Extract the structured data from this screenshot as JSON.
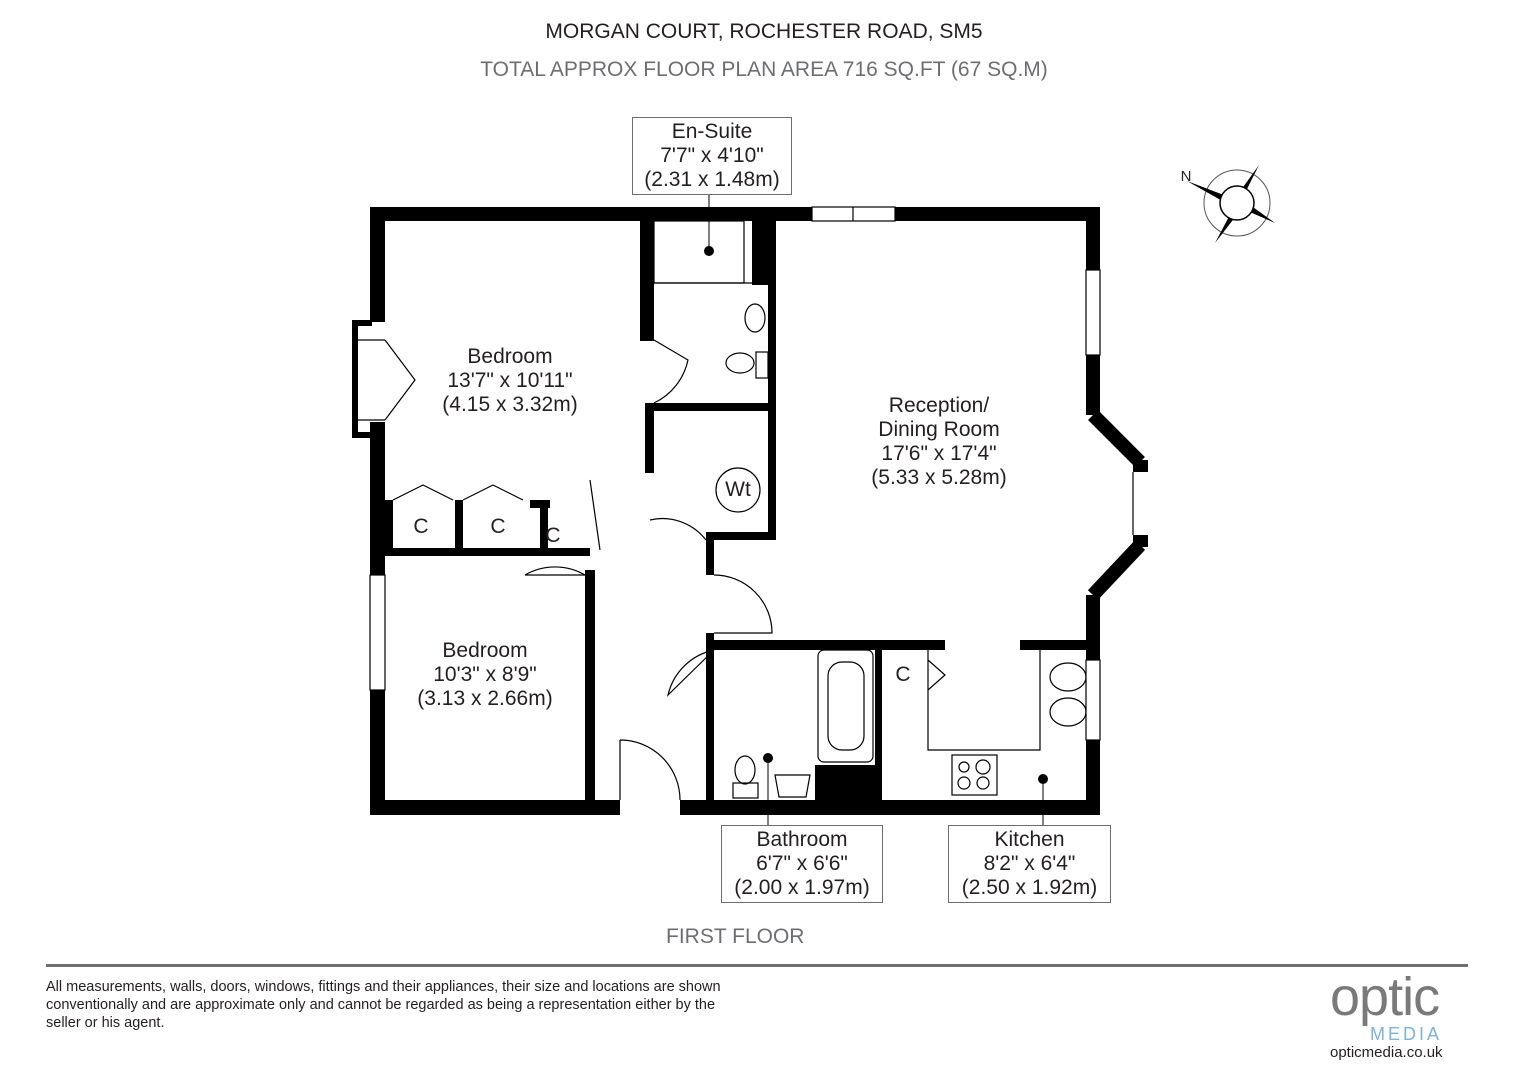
{
  "header": {
    "title": "MORGAN COURT, ROCHESTER ROAD, SM5",
    "subtitle": "TOTAL APPROX FLOOR PLAN AREA 716 SQ.FT (67 SQ.M)"
  },
  "rooms": {
    "ensuite": {
      "name": "En-Suite",
      "imperial": "7'7\" x 4'10\"",
      "metric": "(2.31 x 1.48m)"
    },
    "bedroom1": {
      "name": "Bedroom",
      "imperial": "13'7\" x 10'11\"",
      "metric": "(4.15 x 3.32m)"
    },
    "bedroom2": {
      "name": "Bedroom",
      "imperial": "10'3\" x 8'9\"",
      "metric": "(3.13 x 2.66m)"
    },
    "reception": {
      "name1": "Reception/",
      "name2": "Dining Room",
      "imperial": "17'6\" x 17'4\"",
      "metric": "(5.33 x 5.28m)"
    },
    "bathroom": {
      "name": "Bathroom",
      "imperial": "6'7\" x 6'6\"",
      "metric": "(2.00 x 1.97m)"
    },
    "kitchen": {
      "name": "Kitchen",
      "imperial": "8'2\" x 6'4\"",
      "metric": "(2.50 x 1.92m)"
    }
  },
  "fixtures": {
    "cupboard": "C",
    "water_tank": "Wt"
  },
  "compass": {
    "label": "N",
    "icon": "compass-rose-icon"
  },
  "floor_label": "FIRST FLOOR",
  "disclaimer": "All measurements, walls, doors, windows, fittings and their appliances, their size and locations are shown conventionally and are approximate only and cannot be regarded as being a representation either by the seller or his agent.",
  "logo": {
    "word": "optic",
    "sub": "MEDIA",
    "url": "opticmedia.co.uk",
    "colors": {
      "blue": "#1b75bb",
      "grey": "#7a7a7a",
      "light_blue": "#7ab3de"
    }
  }
}
